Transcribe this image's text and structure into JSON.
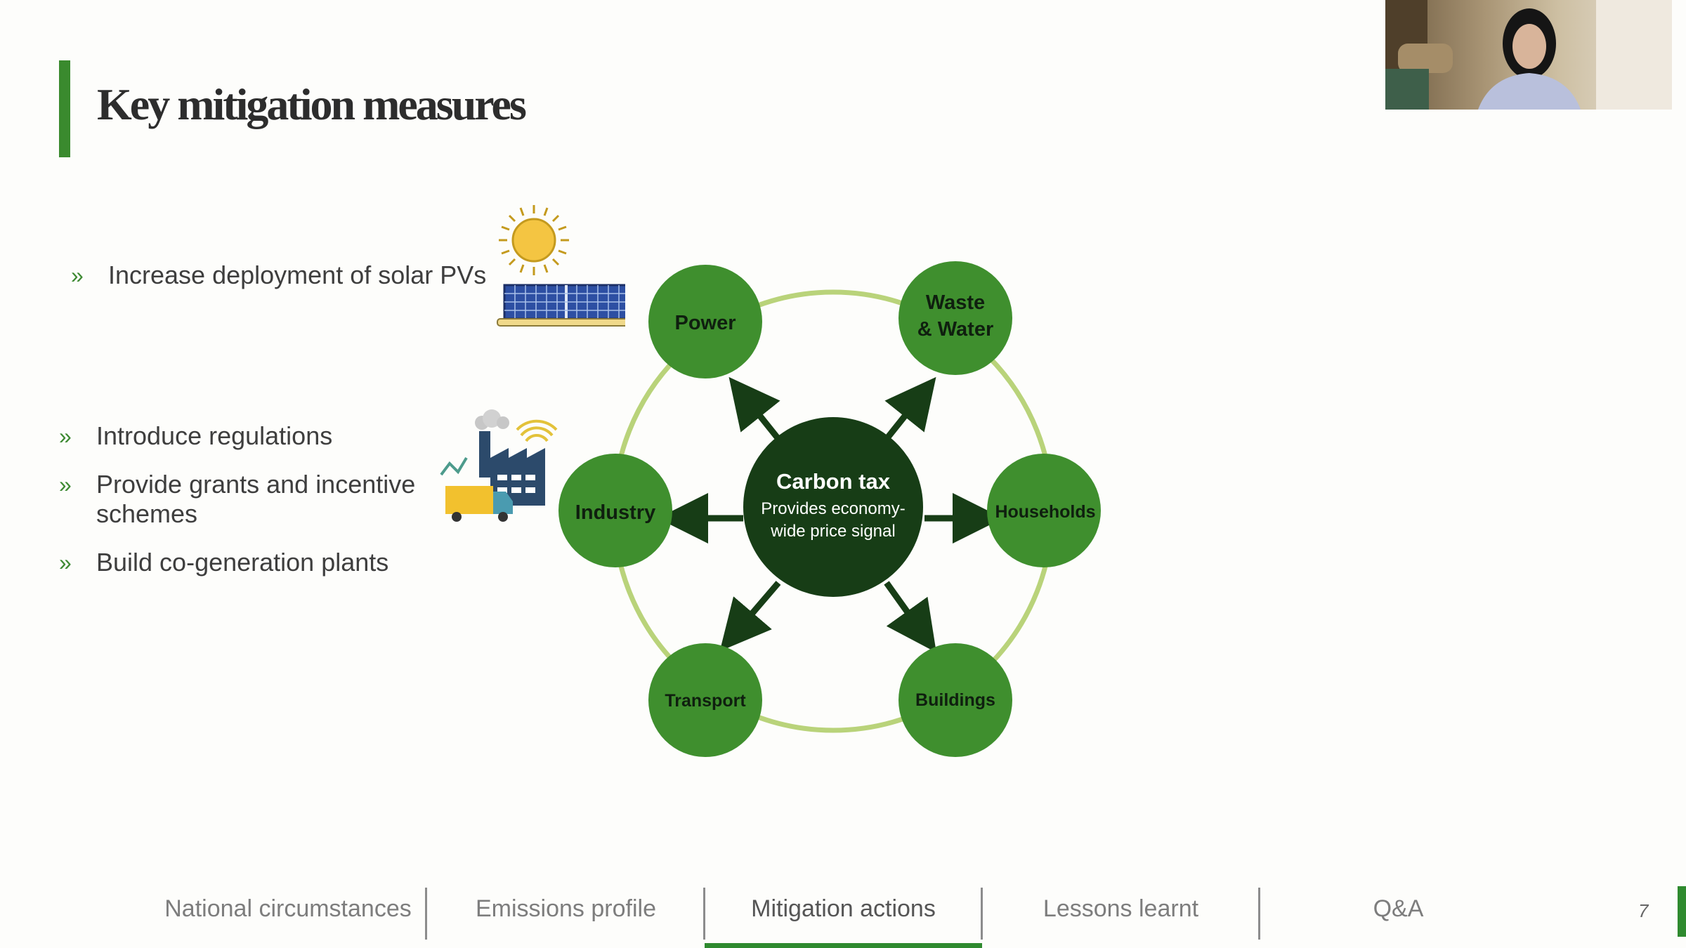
{
  "slide": {
    "title": "Key mitigation measures",
    "page_number": "7"
  },
  "bullets": {
    "solar": {
      "chevron": "»",
      "text": "Increase deployment of solar PVs"
    },
    "industry": [
      {
        "chevron": "»",
        "text": "Introduce regulations"
      },
      {
        "chevron": "»",
        "text": "Provide grants and incentive",
        "text2": "schemes"
      },
      {
        "chevron": "»",
        "text": "Build co-generation plants"
      }
    ]
  },
  "icons": {
    "solar": "solar-panel-sun-icon",
    "factory": "factory-truck-icon"
  },
  "diagram": {
    "center": {
      "title": "Carbon tax",
      "line1": "Provides economy-",
      "line2": "wide price signal"
    },
    "nodes": {
      "power": "Power",
      "waste_line1": "Waste",
      "waste_line2": "& Water",
      "households": "Households",
      "buildings": "Buildings",
      "transport": "Transport",
      "industry": "Industry"
    }
  },
  "nav": {
    "tabs": [
      {
        "label": "National circumstances"
      },
      {
        "label": "Emissions profile"
      },
      {
        "label": "Mitigation actions"
      },
      {
        "label": "Lessons learnt"
      },
      {
        "label": "Q&A"
      }
    ],
    "active_tab": "Mitigation actions"
  },
  "colors": {
    "node_green": "#3f8f2e",
    "center_dark": "#173d16",
    "ring": "#b9d37a",
    "accent": "#2f8a2f"
  }
}
